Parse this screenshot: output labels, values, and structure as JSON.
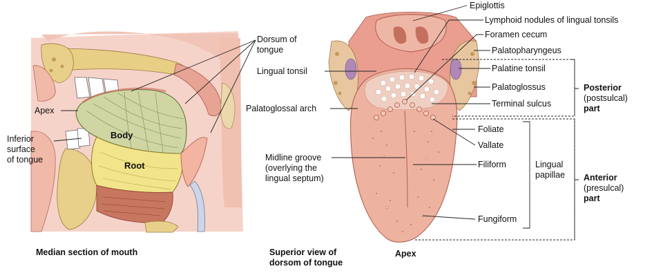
{
  "colors": {
    "tongue_pink": "#eeb2a0",
    "tongue_dark": "#d98f7c",
    "body_green": "#cfd6a4",
    "root_yellow": "#f1e48a",
    "bone": "#e7cf86",
    "tissue": "#f2c4b8",
    "red_tissue": "#c86a5a",
    "tonsil_purple": "#b088b8"
  },
  "left_figure": {
    "caption": "Median section of mouth",
    "labels": {
      "dorsum": "Dorsum of\ntongue",
      "apex": "Apex",
      "inferior": "Inferior\nsurface\nof tongue",
      "body": "Body",
      "root": "Root"
    }
  },
  "right_figure": {
    "caption": "Superior view of\ndorsom of tongue",
    "labels": {
      "epiglottis": "Epiglottis",
      "lymphoid": "Lymphoid nodules of lingual tonsils",
      "foramen": "Foramen cecum",
      "palatopharyngeus": "Palatopharyngeus",
      "lingual_tonsil": "Lingual tonsil",
      "palatine_tonsil": "Palatine tonsil",
      "palatoglossus": "Palatoglossus",
      "palatoglossal_arch": "Palatoglossal arch",
      "terminal_sulcus": "Terminal sulcus",
      "foliate": "Foliate",
      "vallate": "Vallate",
      "midline_groove": "Midline groove\n(overlying the\nlingual septum)",
      "filiform": "Filiform",
      "lingual_papillae": "Lingual\npapillae",
      "fungiform": "Fungiform",
      "apex": "Apex"
    },
    "parts": {
      "posterior_title": "Posterior",
      "posterior_sub": "(postsulcal)",
      "posterior_part": "part",
      "anterior_title": "Anterior",
      "anterior_sub": "(presulcal)",
      "anterior_part": "part"
    }
  }
}
